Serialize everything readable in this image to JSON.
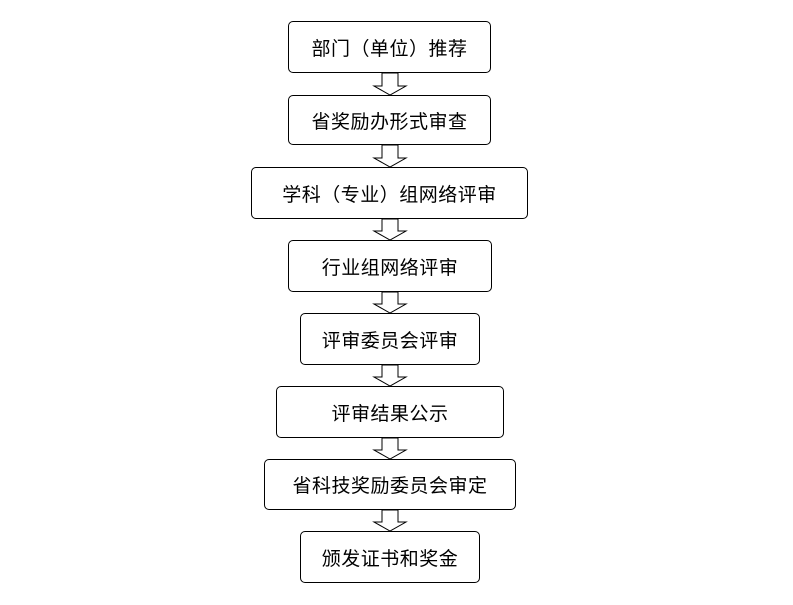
{
  "flowchart": {
    "steps": [
      {
        "label": "部门（单位）推荐"
      },
      {
        "label": "省奖励办形式审查"
      },
      {
        "label": "学科（专业）组网络评审"
      },
      {
        "label": "行业组网络评审"
      },
      {
        "label": "评审委员会评审"
      },
      {
        "label": "评审结果公示"
      },
      {
        "label": "省科技奖励委员会审定"
      },
      {
        "label": "颁发证书和奖金"
      }
    ]
  },
  "colors": {
    "border": "#000000",
    "background": "#ffffff",
    "text": "#000000"
  }
}
